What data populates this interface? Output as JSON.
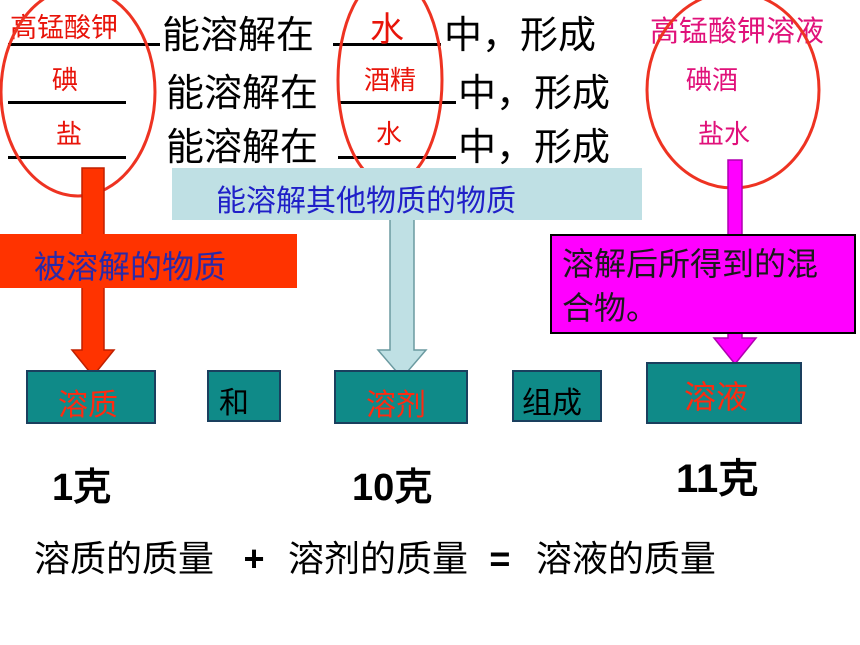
{
  "sentences": {
    "solute_1": "高锰酸钾",
    "solvent_1": "水",
    "solution_1": "高锰酸钾溶液",
    "solute_2": "碘",
    "solvent_2": "酒精",
    "solution_2": "碘酒",
    "solute_3": "盐",
    "solvent_3": "水",
    "solution_3": "盐水",
    "part_dissolve": "能溶解在",
    "part_form": "中，形成"
  },
  "labels": {
    "solvent_def": "能溶解其他物质的物质",
    "solute_def": "被溶解的物质",
    "solution_def": "溶解后所得到的混合物。"
  },
  "boxes": {
    "solute": "溶质",
    "and": "和",
    "solvent": "溶剂",
    "compose": "组成",
    "solution": "溶液"
  },
  "masses": {
    "solute": "1克",
    "solvent": "10克",
    "solution": "11克"
  },
  "equation": {
    "solute_mass": "溶质的质量",
    "plus": "+",
    "solvent_mass": "溶剂的质量",
    "equals": "=",
    "solution_mass": "溶液的质量"
  }
}
